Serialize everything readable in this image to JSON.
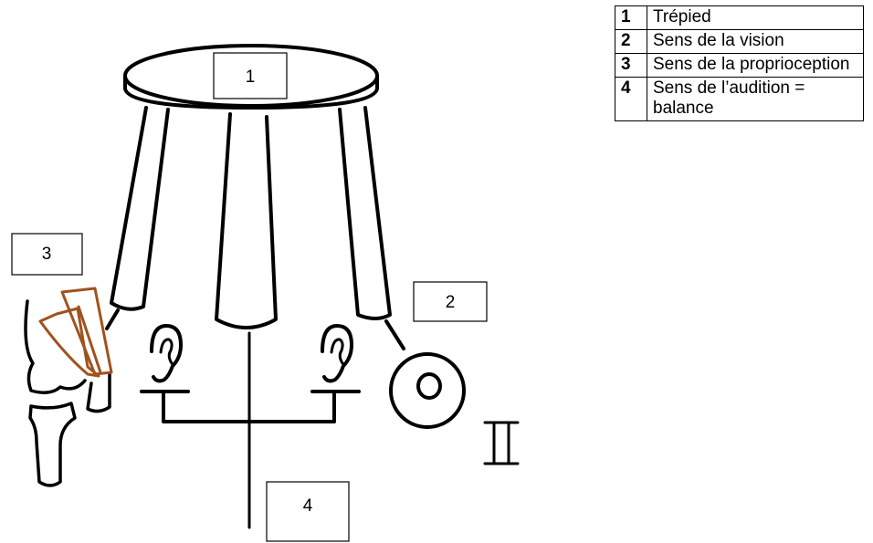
{
  "diagram": {
    "box_labels": {
      "stool": "1",
      "vision": "2",
      "proprioception": "3",
      "audition": "4"
    },
    "roman_numeral": "II"
  },
  "legend": {
    "rows": [
      {
        "num": "1",
        "text": "Trépied"
      },
      {
        "num": "2",
        "text": "Sens de la vision"
      },
      {
        "num": "3",
        "text": "Sens de la proprioception"
      },
      {
        "num": "4",
        "text": "Sens de l’audition = balance"
      }
    ]
  },
  "colors": {
    "ink": "#000000",
    "knee_highlight": "#a0521d"
  }
}
